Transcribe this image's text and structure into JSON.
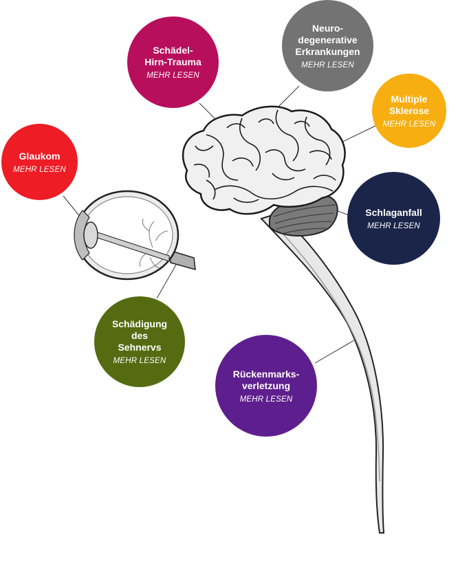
{
  "items": [
    {
      "id": "glaukom",
      "title": "Glaukom",
      "more": "MEHR LESEN",
      "color": "#ee1c25"
    },
    {
      "id": "tbi",
      "title": "Schädel-\nHirn-Trauma",
      "more": "MEHR LESEN",
      "color": "#b70f5b"
    },
    {
      "id": "neuro",
      "title": "Neuro-\ndegenerative\nErkrankungen",
      "more": "MEHR LESEN",
      "color": "#737373"
    },
    {
      "id": "ms",
      "title": "Multiple\nSklerose",
      "more": "MEHR LESEN",
      "color": "#f7ae10"
    },
    {
      "id": "stroke",
      "title": "Schlaganfall",
      "more": "MEHR LESEN",
      "color": "#1a2549"
    },
    {
      "id": "optic",
      "title": "Schädigung\ndes\nSehnervs",
      "more": "MEHR LESEN",
      "color": "#556b11"
    },
    {
      "id": "spinal",
      "title": "Rückenmarks-\nverletzung",
      "more": "MEHR LESEN",
      "color": "#5e1f8e"
    }
  ]
}
